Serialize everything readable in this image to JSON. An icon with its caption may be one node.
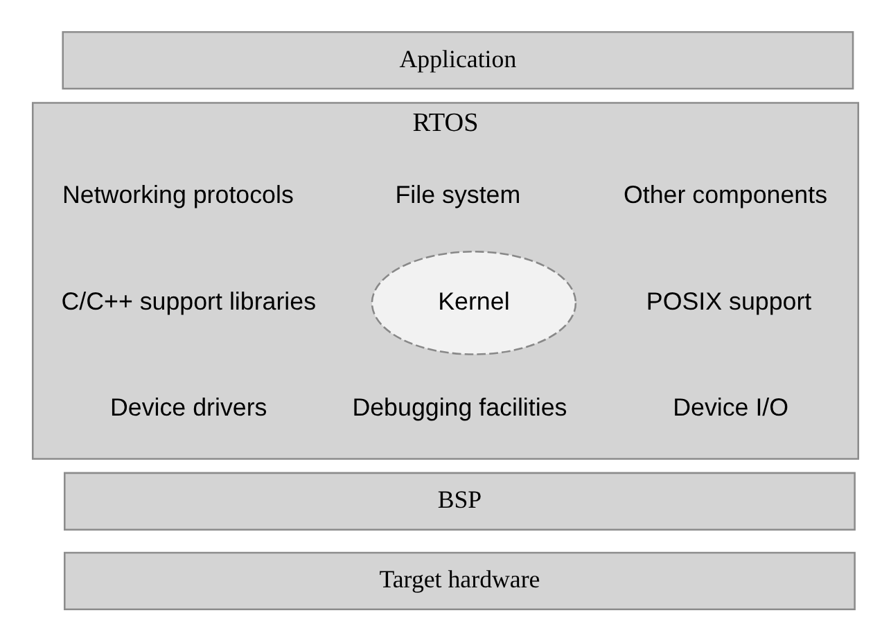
{
  "diagram": {
    "nodes": [
      {
        "text": [
          "Application"
        ]
      },
      {
        "text": [
          "RTOS"
        ]
      },
      {
        "text": [
          "Kernel"
        ],
        "in": 1
      },
      {
        "text": [
          "BSP"
        ]
      },
      {
        "text": [
          "Target hardware"
        ]
      }
    ],
    "labels": [
      "Networking protocols",
      "File system",
      "Other components",
      "C/C++ support libraries",
      "POSIX support",
      "Device drivers",
      "Debugging facilities",
      "Device I/O"
    ]
  }
}
